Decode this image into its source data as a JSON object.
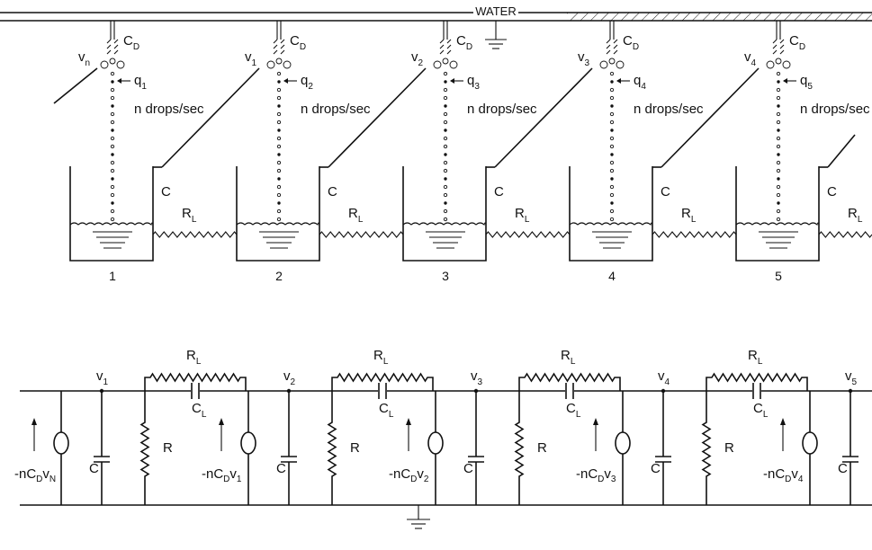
{
  "top": {
    "water_label": "WATER",
    "drop_rate": "n drops/sec",
    "nozzle_cap": {
      "main": "C",
      "sub": "D"
    },
    "bucket_cap": "C",
    "link_res": {
      "main": "R",
      "sub": "L"
    },
    "buckets": [
      {
        "number": "1",
        "voltage": {
          "main": "v",
          "sub": "n"
        },
        "charge": {
          "main": "q",
          "sub": "1"
        }
      },
      {
        "number": "2",
        "voltage": {
          "main": "v",
          "sub": "1"
        },
        "charge": {
          "main": "q",
          "sub": "2"
        }
      },
      {
        "number": "3",
        "voltage": {
          "main": "v",
          "sub": "2"
        },
        "charge": {
          "main": "q",
          "sub": "3"
        }
      },
      {
        "number": "4",
        "voltage": {
          "main": "v",
          "sub": "3"
        },
        "charge": {
          "main": "q",
          "sub": "4"
        }
      },
      {
        "number": "5",
        "voltage": {
          "main": "v",
          "sub": "4"
        },
        "charge": {
          "main": "q",
          "sub": "5"
        }
      }
    ]
  },
  "bottom": {
    "node_voltages": [
      {
        "main": "v",
        "sub": "1"
      },
      {
        "main": "v",
        "sub": "2"
      },
      {
        "main": "v",
        "sub": "3"
      },
      {
        "main": "v",
        "sub": "4"
      },
      {
        "main": "v",
        "sub": "5"
      }
    ],
    "source_labels": [
      {
        "prefix": "-nC",
        "sub1": "D",
        "v": "v",
        "sub2": "N"
      },
      {
        "prefix": "-nC",
        "sub1": "D",
        "v": "v",
        "sub2": "1"
      },
      {
        "prefix": "-nC",
        "sub1": "D",
        "v": "v",
        "sub2": "2"
      },
      {
        "prefix": "-nC",
        "sub1": "D",
        "v": "v",
        "sub2": "3"
      },
      {
        "prefix": "-nC",
        "sub1": "D",
        "v": "v",
        "sub2": "4"
      }
    ],
    "shunt_cap": "C",
    "shunt_res": "R",
    "series_res": {
      "main": "R",
      "sub": "L"
    },
    "series_cap": {
      "main": "C",
      "sub": "L"
    }
  }
}
